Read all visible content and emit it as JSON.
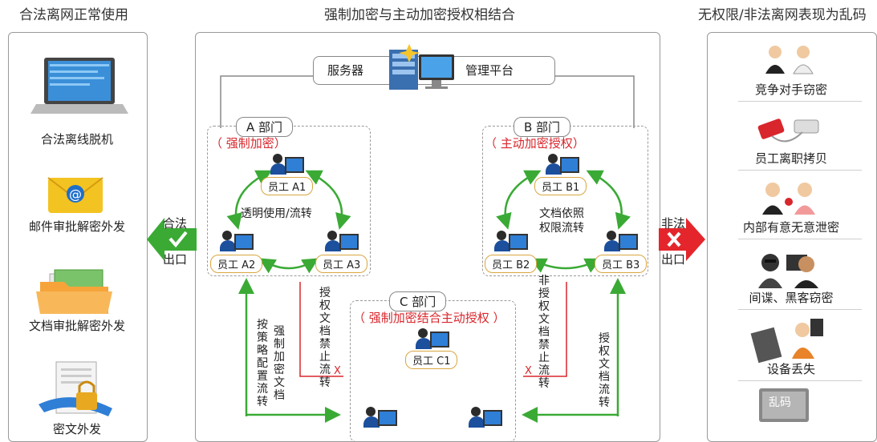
{
  "titles": {
    "left": "合法离网正常使用",
    "center": "强制加密与主动加密授权相结合",
    "right": "无权限/非法离网表现为乱码"
  },
  "left_items": [
    "合法离线脱机",
    "邮件审批解密外发",
    "文档审批解密外发",
    "密文外发"
  ],
  "right_items": [
    "竞争对手窃密",
    "员工离职拷贝",
    "内部有意无意泄密",
    "间谍、黑客窃密",
    "设备丢失"
  ],
  "laptop_screen_text": "乱码",
  "left_exit": {
    "top": "合法",
    "bottom": "出口"
  },
  "right_exit": {
    "top": "非法",
    "bottom": "出口"
  },
  "server": {
    "left": "服务器",
    "right": "管理平台"
  },
  "dept_a": {
    "name": "A 部门",
    "mode": "（ 强制加密）",
    "flow": "透明使用/流转",
    "employees": [
      "员工 A1",
      "员工 A2",
      "员工 A3"
    ]
  },
  "dept_b": {
    "name": "B 部门",
    "mode": "（ 主动加密授权）",
    "flow_lines": [
      "文档依照",
      "权限流转"
    ],
    "employees": [
      "员工 B1",
      "员工 B2",
      "员工 B3"
    ]
  },
  "dept_c": {
    "name": "C 部门",
    "mode": "（ 强制加密结合主动授权 ）",
    "employees": [
      "员工 C1"
    ]
  },
  "vertical_labels": {
    "policy": "按策略配置流转",
    "force_doc": "强制加密文档",
    "auth_forbid": "授权文档禁止流转",
    "unauth_forbid": "非授权文档禁止流转",
    "auth_flow": "授权文档流转"
  },
  "x_mark": "X",
  "colors": {
    "green": "#3aaa35",
    "red": "#d8262c",
    "border": "#9a9a9a"
  }
}
